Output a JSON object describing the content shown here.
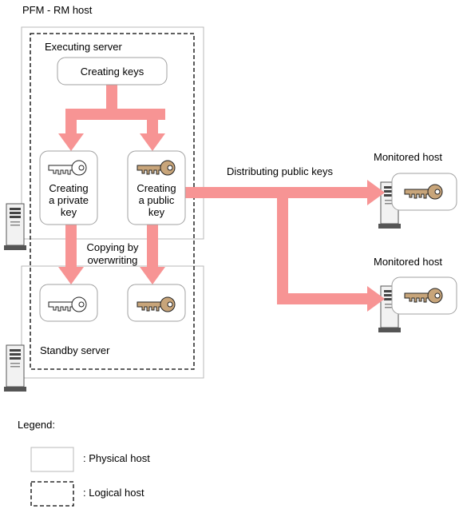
{
  "title": "PFM - RM host",
  "executing_server": {
    "label": "Executing server",
    "creating_keys": "Creating keys",
    "private_key_box": [
      "Creating",
      "a private",
      "key"
    ],
    "public_key_box": [
      "Creating",
      "a public",
      "key"
    ]
  },
  "copy_label": [
    "Copying by",
    "overwriting"
  ],
  "standby_server": {
    "label": "Standby server"
  },
  "distribute_label": "Distributing public keys",
  "monitored_hosts": [
    {
      "label": "Monitored host"
    },
    {
      "label": "Monitored host"
    }
  ],
  "legend": {
    "title": "Legend:",
    "physical": ": Physical host",
    "logical": ": Logical host"
  },
  "colors": {
    "arrow": "#f79494",
    "private_key": "#ffffff",
    "public_key": "#c8a57a",
    "box_border": "#b8b8b8"
  },
  "icons": [
    "server-icon",
    "private-key-icon",
    "public-key-icon"
  ]
}
